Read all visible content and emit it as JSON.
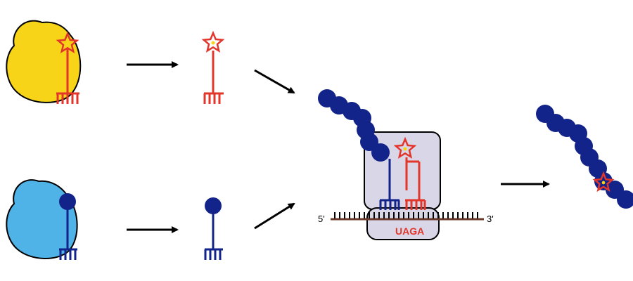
{
  "labels": {
    "five_prime": "5'",
    "three_prime": "3'",
    "codon": "UAGA"
  },
  "colors": {
    "yellow_enzyme": "#f7d417",
    "blue_enzyme": "#4fb3e8",
    "red": "#e2362b",
    "dark_blue": "#12238a",
    "mrna": "#6b3a2a",
    "ribosome": "#d9d6e8",
    "arrow": "#000000",
    "star_center": "#f7d417"
  }
}
